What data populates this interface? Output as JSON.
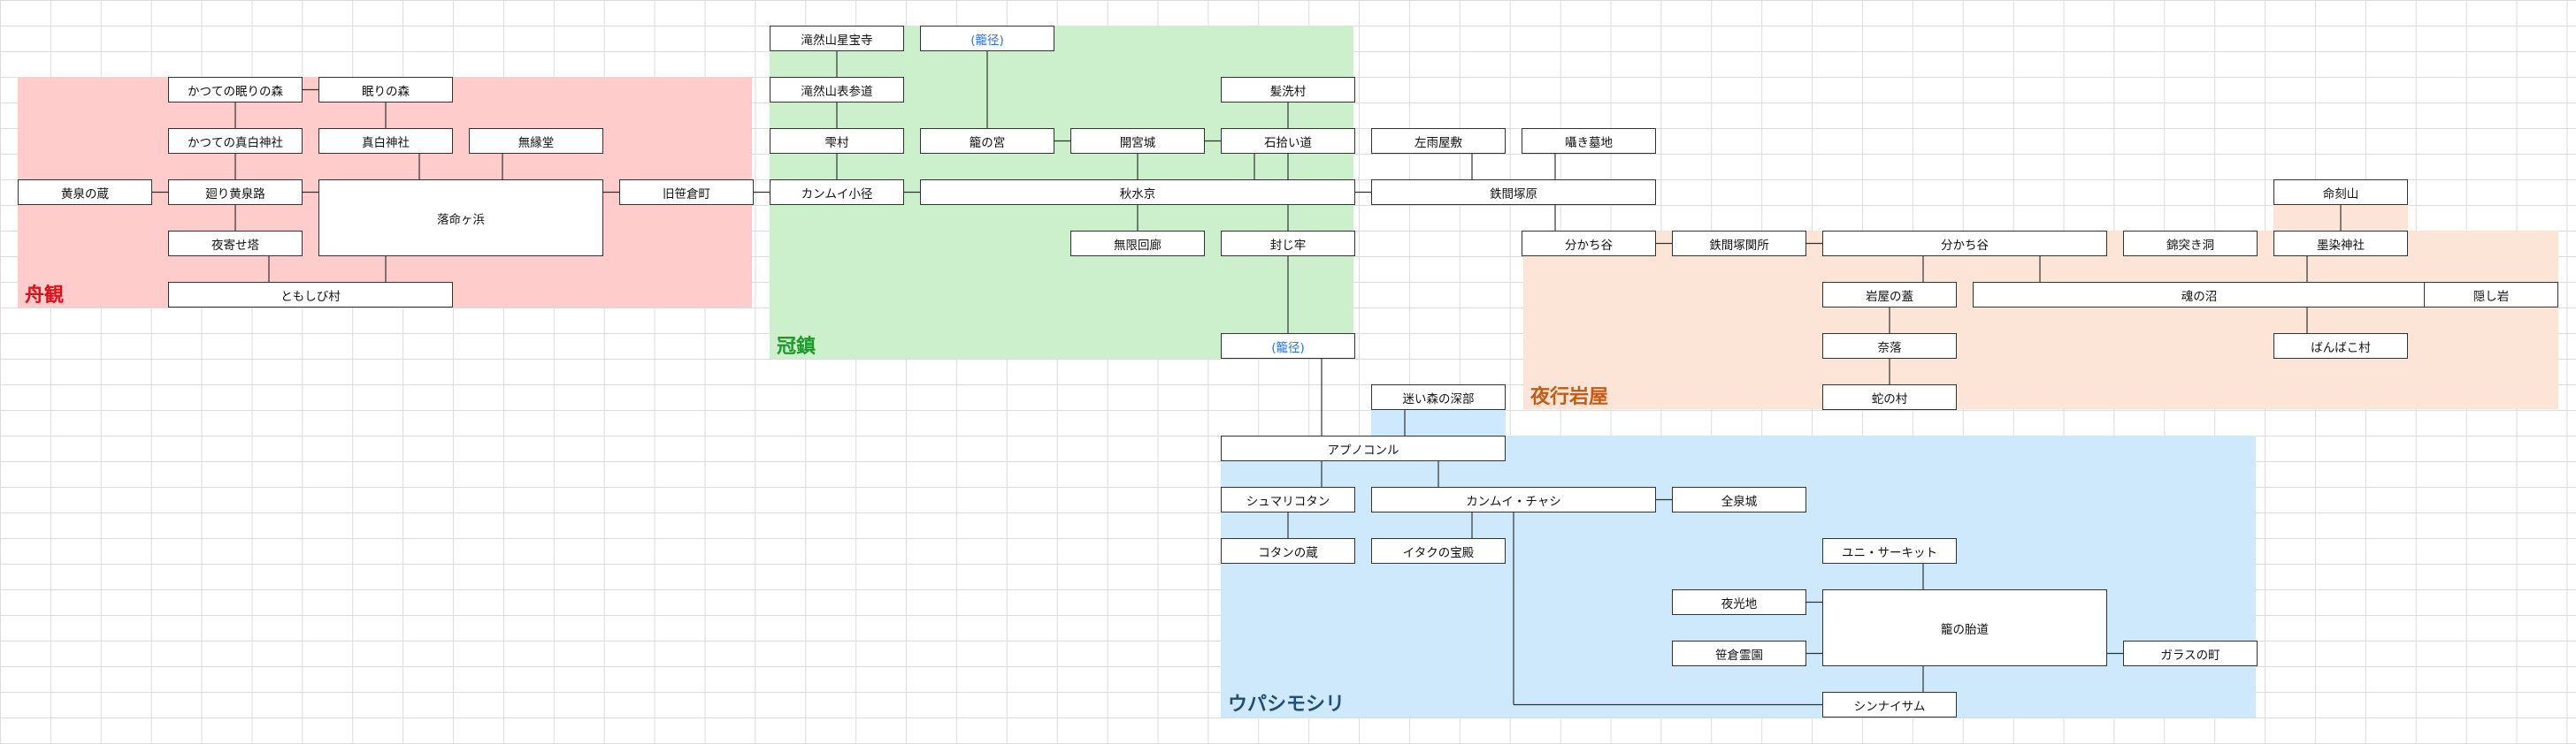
{
  "regions": [
    {
      "key": "funami",
      "label": "舟観",
      "fill": "#ffcccc",
      "text_color": "#e0101a"
    },
    {
      "key": "kanchin",
      "label": "冠鎮",
      "fill": "#ccefcc",
      "text_color": "#1e9a2a"
    },
    {
      "key": "yakou",
      "label": "夜行岩屋",
      "fill": "#fce4d6",
      "text_color": "#c55a11"
    },
    {
      "key": "upashi",
      "label": "ウパシモシリ",
      "fill": "#cde9fb",
      "text_color": "#1f4e79"
    }
  ],
  "nodes": {
    "n_katsute_nemuri": "かつての眠りの森",
    "n_nemuri": "眠りの森",
    "n_katsute_shinshiro": "かつての真白神社",
    "n_shinshiro": "真白神社",
    "n_muenndo": "無縁堂",
    "n_yomi_kura": "黄泉の蔵",
    "n_meguri": "廻り黄泉路",
    "n_rakumei": "落命ヶ浜",
    "n_kyuusasa": "旧笹倉町",
    "n_yoyose": "夜寄せ塔",
    "n_tomoshibi": "ともしび村",
    "n_takizen_ji": "滝然山星宝寺",
    "n_takizen_sando": "滝然山表参道",
    "n_shizuku": "雫村",
    "n_kamui_komichi": "カンムイ小径",
    "n_route1": "(籠径)",
    "n_kago_miya": "籠の宮",
    "n_kaiguu": "開宮城",
    "n_kamiarai": "髪洗村",
    "n_ishihiroi": "石拾い道",
    "n_shuusui": "秋水京",
    "n_mugen": "無限回廊",
    "n_fuujirou": "封じ牢",
    "n_route2": "(籠径)",
    "n_sauyashiki": "左雨屋敷",
    "n_sasayaki": "囁き墓地",
    "n_tekkenduka": "鉄間塚原",
    "n_wakachi1": "分かち谷",
    "n_tekken_sekisho": "鉄間塚関所",
    "n_wakachi2": "分かち谷",
    "n_sakyou": "錦突き洞",
    "n_meikoku": "命刻山",
    "n_hiizome": "墨染神社",
    "n_iwaya_soko": "岩屋の蓋",
    "n_tamashii": "魂の沼",
    "n_kakushi": "隠し岩",
    "n_naraku": "奈落",
    "n_banbako": "ばんばこ村",
    "n_hebi": "蛇の村",
    "n_mayoi": "迷い森の深部",
    "n_apunokonru": "アプノコンル",
    "n_shumari": "シュマリコタン",
    "n_kamui_chashi": "カンムイ・チャシ",
    "n_zensenjou": "全泉城",
    "n_kotan_kura": "コタンの蔵",
    "n_itaku": "イタクの宝殿",
    "n_yuni": "ユニ・サーキット",
    "n_yakouchi": "夜光地",
    "n_kago_taidou": "籠の胎道",
    "n_sasakura_reien": "笹倉霊園",
    "n_glass": "ガラスの町",
    "n_shinnaisamu": "シンナイサム"
  },
  "edges": [
    [
      "n_katsute_nemuri",
      "n_nemuri"
    ],
    [
      "n_katsute_nemuri",
      "n_katsute_shinshiro"
    ],
    [
      "n_katsute_shinshiro",
      "n_meguri"
    ],
    [
      "n_nemuri",
      "n_shinshiro"
    ],
    [
      "n_shinshiro",
      "n_rakumei"
    ],
    [
      "n_muenndo",
      "n_rakumei"
    ],
    [
      "n_yomi_kura",
      "n_meguri"
    ],
    [
      "n_meguri",
      "n_rakumei"
    ],
    [
      "n_meguri",
      "n_yoyose"
    ],
    [
      "n_rakumei",
      "n_kyuusasa"
    ],
    [
      "n_rakumei",
      "n_tomoshibi"
    ],
    [
      "n_yoyose",
      "n_tomoshibi"
    ],
    [
      "n_kyuusasa",
      "n_kamui_komichi"
    ],
    [
      "n_takizen_ji",
      "n_takizen_sando"
    ],
    [
      "n_takizen_sando",
      "n_shizuku"
    ],
    [
      "n_shizuku",
      "n_kamui_komichi"
    ],
    [
      "n_kamui_komichi",
      "n_shuusui"
    ],
    [
      "n_route1",
      "n_kago_miya"
    ],
    [
      "n_kago_miya",
      "n_kaiguu"
    ],
    [
      "n_kaiguu",
      "n_shuusui"
    ],
    [
      "n_kaiguu",
      "n_ishihiroi"
    ],
    [
      "n_shuusui",
      "n_mugen"
    ],
    [
      "n_kamiarai",
      "n_ishihiroi"
    ],
    [
      "n_ishihiroi",
      "n_shuusui"
    ],
    [
      "n_ishihiroi",
      "n_fuujirou"
    ],
    [
      "n_fuujirou",
      "n_route2"
    ],
    [
      "n_shuusui",
      "n_tekkenduka"
    ],
    [
      "n_sauyashiki",
      "n_tekkenduka"
    ],
    [
      "n_sasayaki",
      "n_tekkenduka"
    ],
    [
      "n_tekkenduka",
      "n_wakachi1"
    ],
    [
      "n_wakachi1",
      "n_tekken_sekisho"
    ],
    [
      "n_tekken_sekisho",
      "n_wakachi2"
    ],
    [
      "n_wakachi2",
      "n_iwaya_soko"
    ],
    [
      "n_wakachi2",
      "n_tamashii"
    ],
    [
      "n_meikoku",
      "n_hiizome"
    ],
    [
      "n_hiizome",
      "n_tamashii"
    ],
    [
      "n_tamashii",
      "n_kakushi"
    ],
    [
      "n_tamashii",
      "n_banbako"
    ],
    [
      "n_iwaya_soko",
      "n_naraku"
    ],
    [
      "n_naraku",
      "n_hebi"
    ],
    [
      "n_route2",
      "n_apunokonru"
    ],
    [
      "n_mayoi",
      "n_apunokonru"
    ],
    [
      "n_apunokonru",
      "n_shumari"
    ],
    [
      "n_apunokonru",
      "n_kamui_chashi"
    ],
    [
      "n_shumari",
      "n_kotan_kura"
    ],
    [
      "n_kamui_chashi",
      "n_itaku"
    ],
    [
      "n_kamui_chashi",
      "n_zensenjou"
    ],
    [
      "n_kamui_chashi",
      "n_shinnaisamu"
    ],
    [
      "n_yuni",
      "n_kago_taidou"
    ],
    [
      "n_yakouchi",
      "n_kago_taidou"
    ],
    [
      "n_sasakura_reien",
      "n_kago_taidou"
    ],
    [
      "n_kago_taidou",
      "n_glass"
    ],
    [
      "n_kago_taidou",
      "n_shinnaisamu"
    ]
  ]
}
